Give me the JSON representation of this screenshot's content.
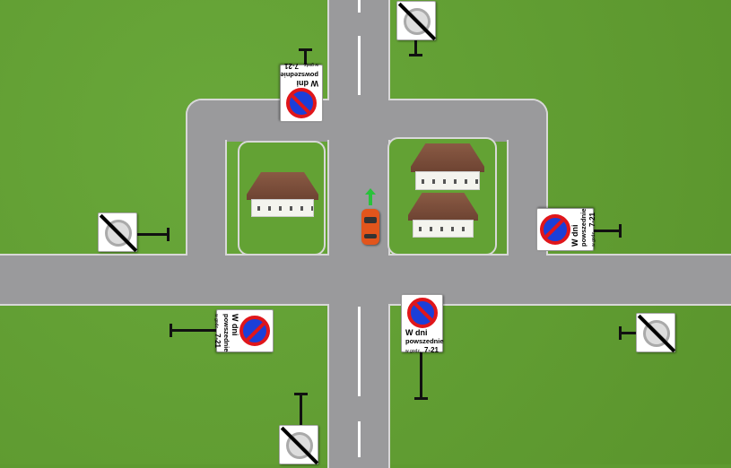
{
  "scene": {
    "title": "Intersection with parking restriction signs",
    "sign_text": {
      "line1": "W dni",
      "line2": "powszednie",
      "hours_prefix": "w godz.",
      "hours": "7-21"
    },
    "colors": {
      "grass": "#63a234",
      "road": "#9a9a9c",
      "sign_red": "#e0161b",
      "sign_blue": "#1b3fd8",
      "car": "#e2551c",
      "arrow": "#29c23a"
    }
  }
}
